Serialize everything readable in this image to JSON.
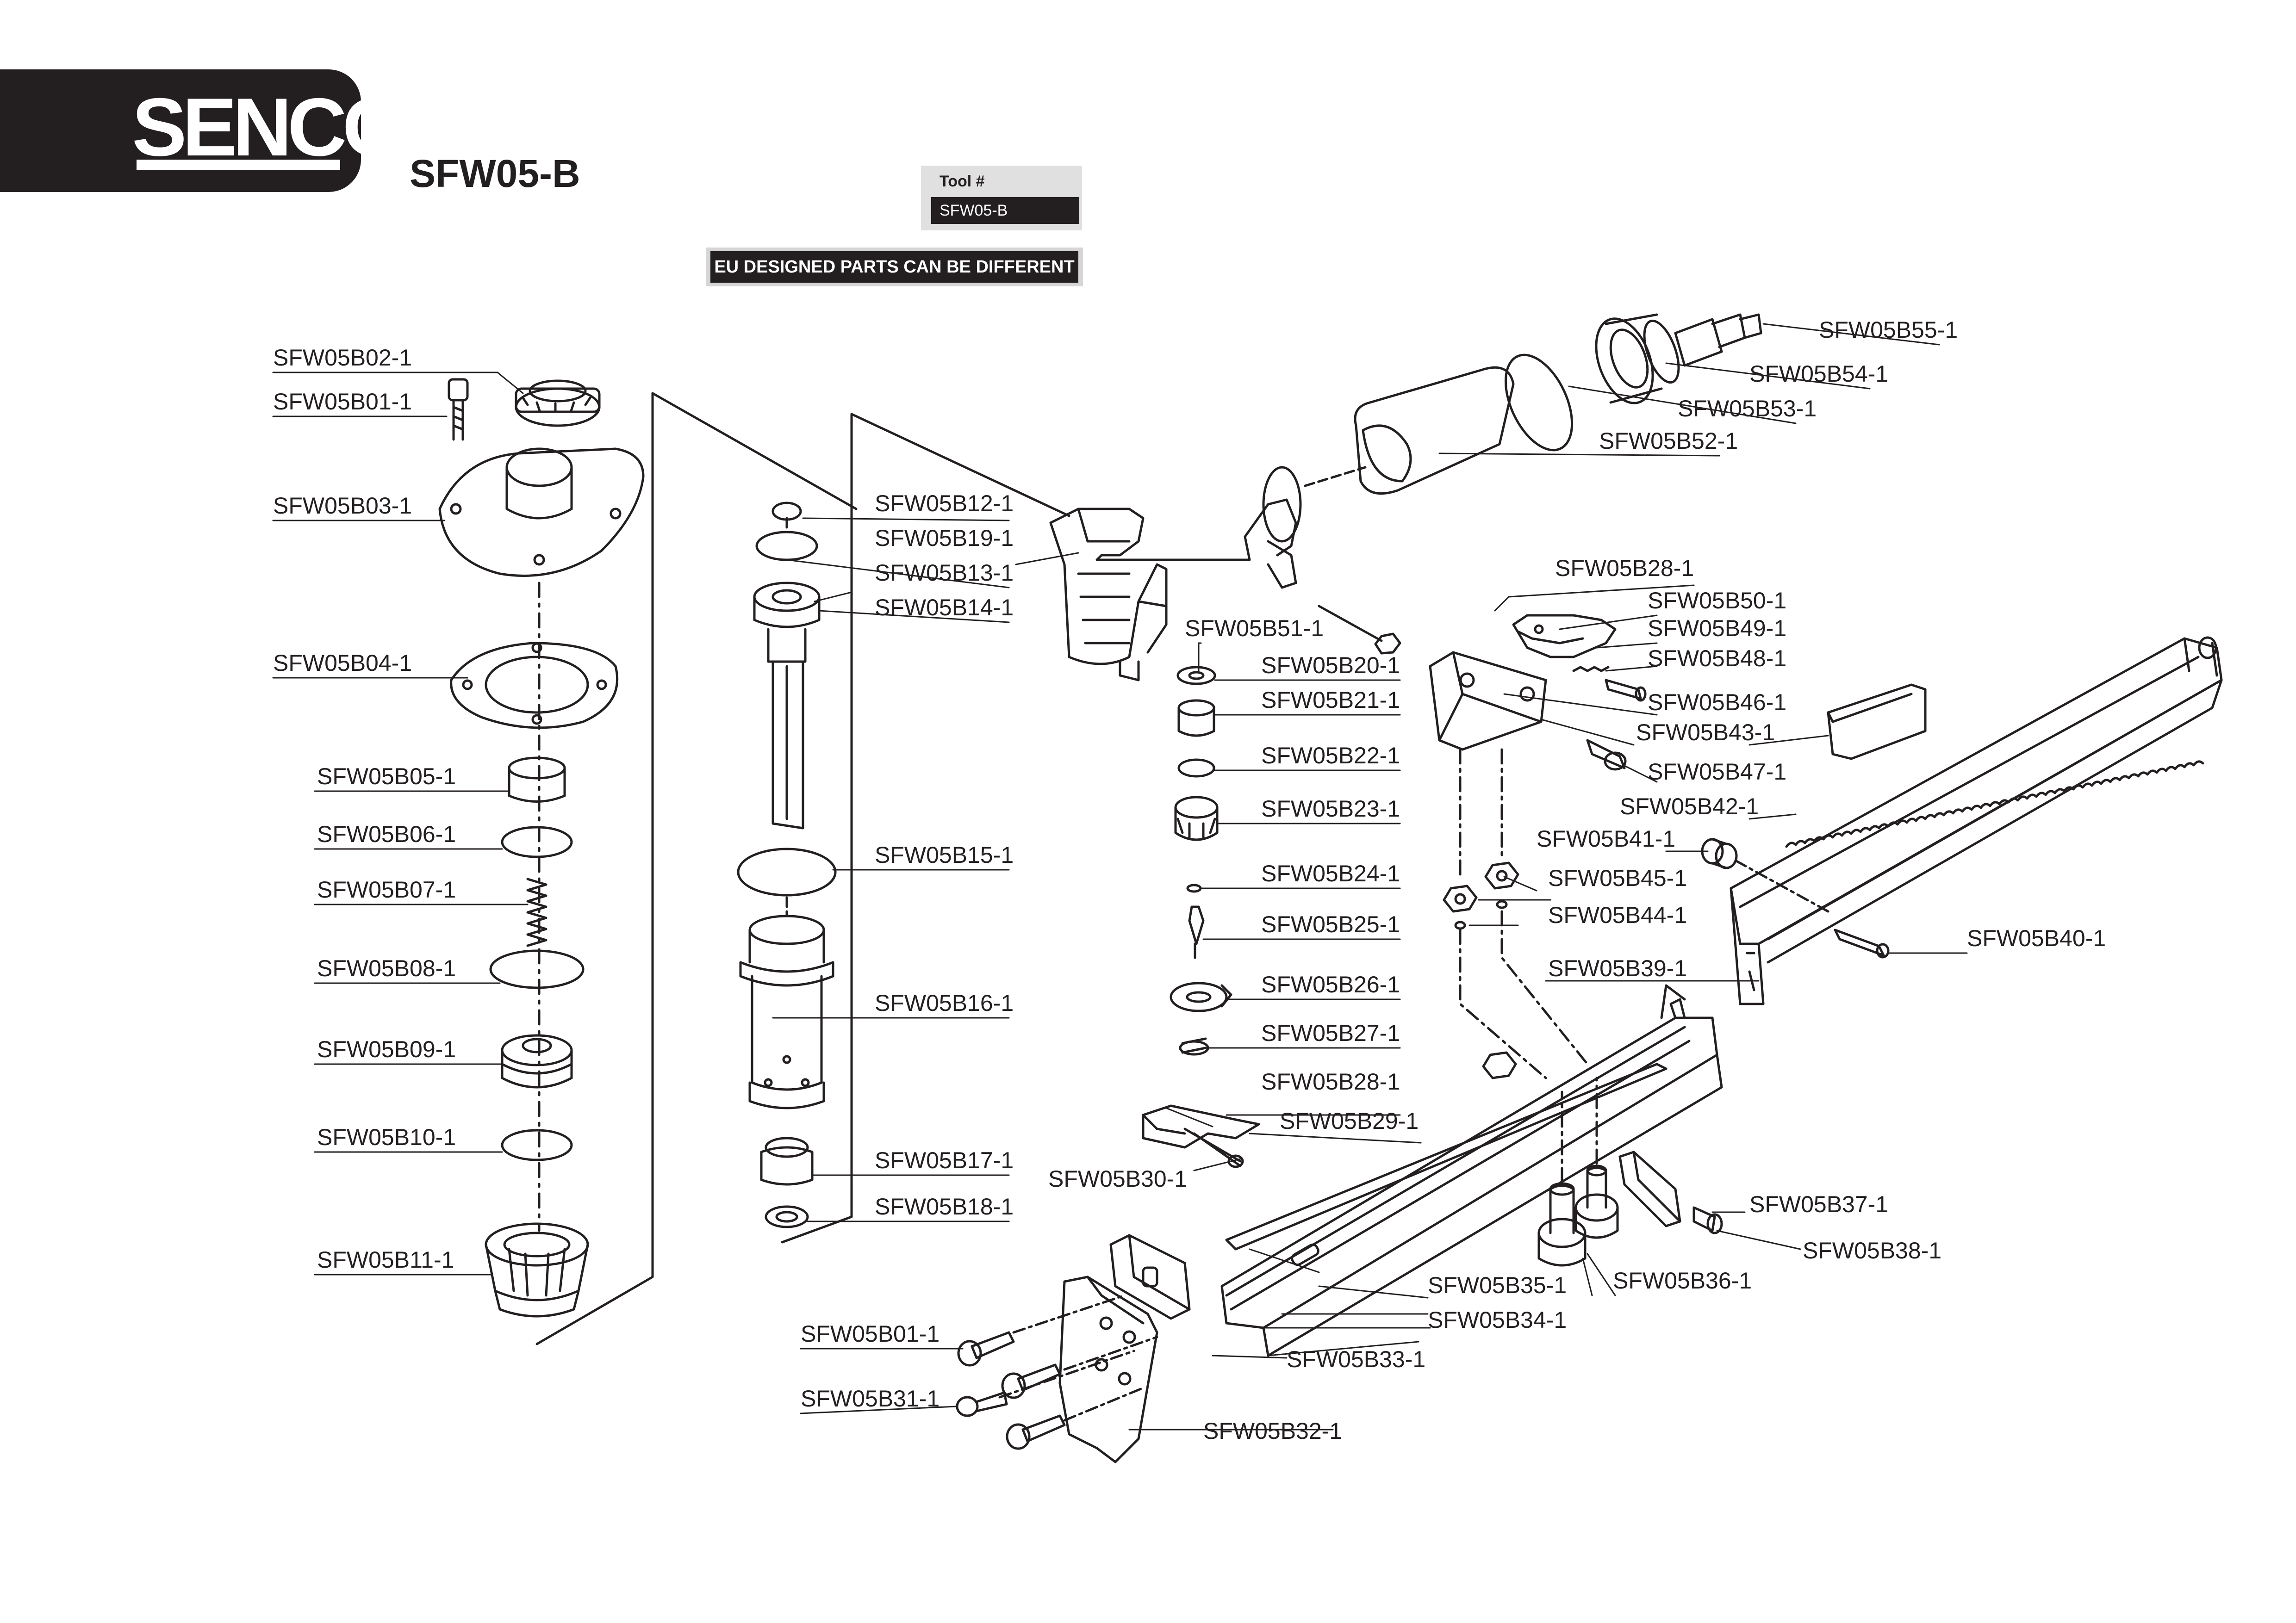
{
  "brand": {
    "logo_text": "SENCO"
  },
  "model": "SFW05-B",
  "tool_box": {
    "label": "Tool #",
    "value": "SFW05-B"
  },
  "eu_note": "EU DESIGNED PARTS CAN BE DIFFERENT",
  "parts": {
    "b55": "SFW05B55-1",
    "b54": "SFW05B54-1",
    "b53": "SFW05B53-1",
    "b52": "SFW05B52-1",
    "b02": "SFW05B02-1",
    "b01": "SFW05B01-1",
    "b03": "SFW05B03-1",
    "b04": "SFW05B04-1",
    "b05": "SFW05B05-1",
    "b06": "SFW05B06-1",
    "b07": "SFW05B07-1",
    "b08": "SFW05B08-1",
    "b09": "SFW05B09-1",
    "b10": "SFW05B10-1",
    "b11": "SFW05B11-1",
    "b12": "SFW05B12-1",
    "b19": "SFW05B19-1",
    "b13": "SFW05B13-1",
    "b14": "SFW05B14-1",
    "b15": "SFW05B15-1",
    "b16": "SFW05B16-1",
    "b17": "SFW05B17-1",
    "b18": "SFW05B18-1",
    "b28a": "SFW05B28-1",
    "b50": "SFW05B50-1",
    "b49": "SFW05B49-1",
    "b48": "SFW05B48-1",
    "b51": "SFW05B51-1",
    "b46": "SFW05B46-1",
    "b43": "SFW05B43-1",
    "b47": "SFW05B47-1",
    "b42": "SFW05B42-1",
    "b41": "SFW05B41-1",
    "b45": "SFW05B45-1",
    "b44": "SFW05B44-1",
    "b40": "SFW05B40-1",
    "b39": "SFW05B39-1",
    "b20": "SFW05B20-1",
    "b21": "SFW05B21-1",
    "b22": "SFW05B22-1",
    "b23": "SFW05B23-1",
    "b24": "SFW05B24-1",
    "b25": "SFW05B25-1",
    "b26": "SFW05B26-1",
    "b27": "SFW05B27-1",
    "b28b": "SFW05B28-1",
    "b29": "SFW05B29-1",
    "b30": "SFW05B30-1",
    "b37": "SFW05B37-1",
    "b38": "SFW05B38-1",
    "b36": "SFW05B36-1",
    "b35": "SFW05B35-1",
    "b34": "SFW05B34-1",
    "b33": "SFW05B33-1",
    "b01b": "SFW05B01-1",
    "b31": "SFW05B31-1",
    "b32": "SFW05B32-1"
  }
}
